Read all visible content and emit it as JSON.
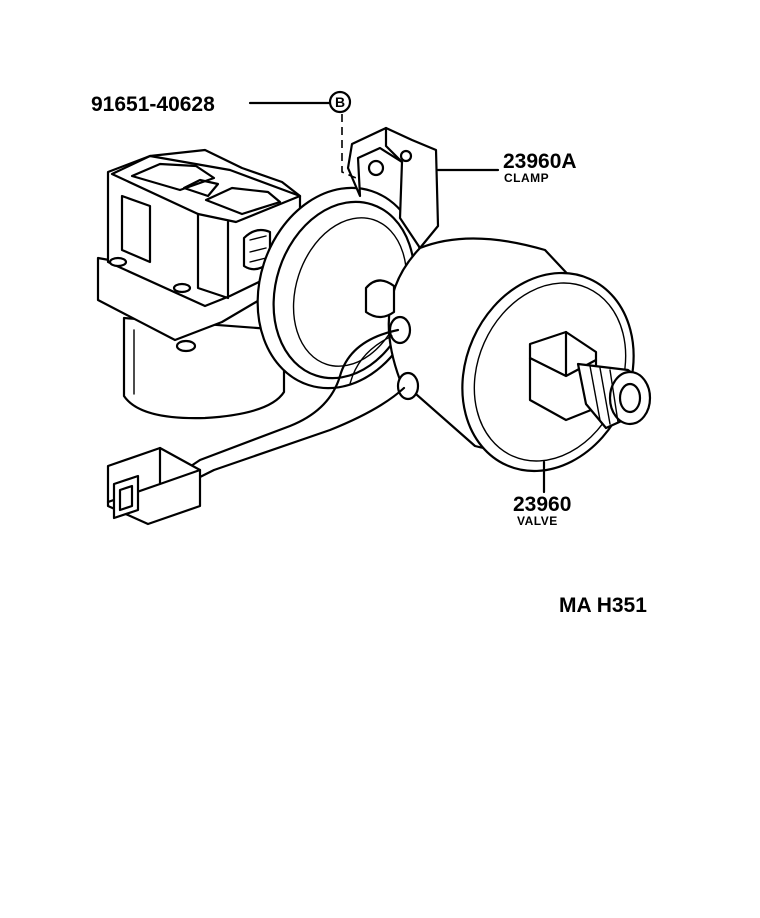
{
  "callouts": {
    "bolt": {
      "part_number": "91651-40628",
      "marker": "B"
    },
    "clamp": {
      "part_number": "23960A",
      "name": "CLAMP"
    },
    "valve": {
      "part_number": "23960",
      "name": "VALVE"
    }
  },
  "diagram_code": "MA H351"
}
